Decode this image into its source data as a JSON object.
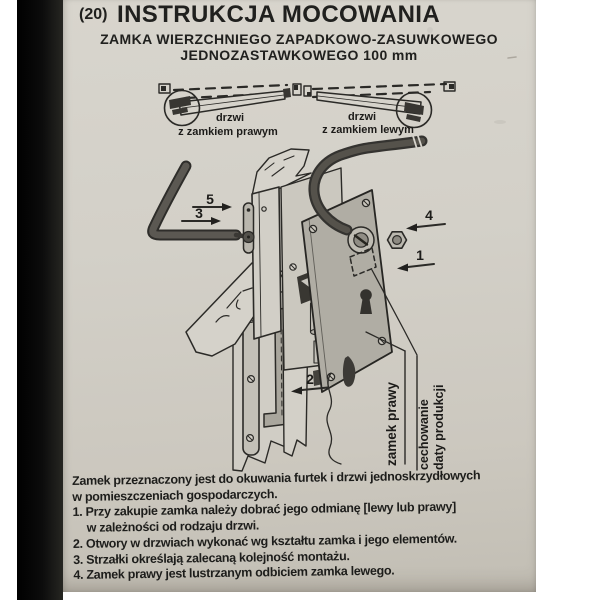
{
  "header": {
    "number": "(20)",
    "title": "INSTRUKCJA MOCOWANIA",
    "subtitle1": "ZAMKA WIERZCHNIEGO ZAPADKOWO-ZASUWKOWEGO",
    "subtitle2": "JEDNOZASTAWKOWEGO 100 mm"
  },
  "top_diagram": {
    "left_caption1": "drzwi",
    "left_caption2": "z zamkiem prawym",
    "right_caption1": "drzwi",
    "right_caption2": "z zamkiem lewym"
  },
  "main_diagram": {
    "arrow5": "5",
    "arrow3": "3",
    "arrow4": "4",
    "arrow1": "1",
    "arrow2": "2",
    "label_lock": "zamek prawy",
    "label_marking1": "cechowanie",
    "label_marking2": "daty produkcji"
  },
  "notes": {
    "lines": [
      "Zamek przeznaczony jest do okuwania furtek i drzwi jednoskrzydłowych",
      "w pomieszczeniach gospodarczych.",
      "1. Przy zakupie zamka należy dobrać jego odmianę [lewy lub prawy]",
      "w zależności od rodzaju drzwi.",
      "2. Otwory w drzwiach wykonać wg kształtu zamka i jego elementów.",
      "3. Strzałki określają zalecaną kolejność montażu.",
      "4. Zamek prawy jest lustrzanym odbiciem zamka lewego."
    ]
  },
  "colors": {
    "paper": "#d3d0c8",
    "ink": "#20201e",
    "left_strip": "#0b0b0b",
    "background": "#ffffff"
  }
}
